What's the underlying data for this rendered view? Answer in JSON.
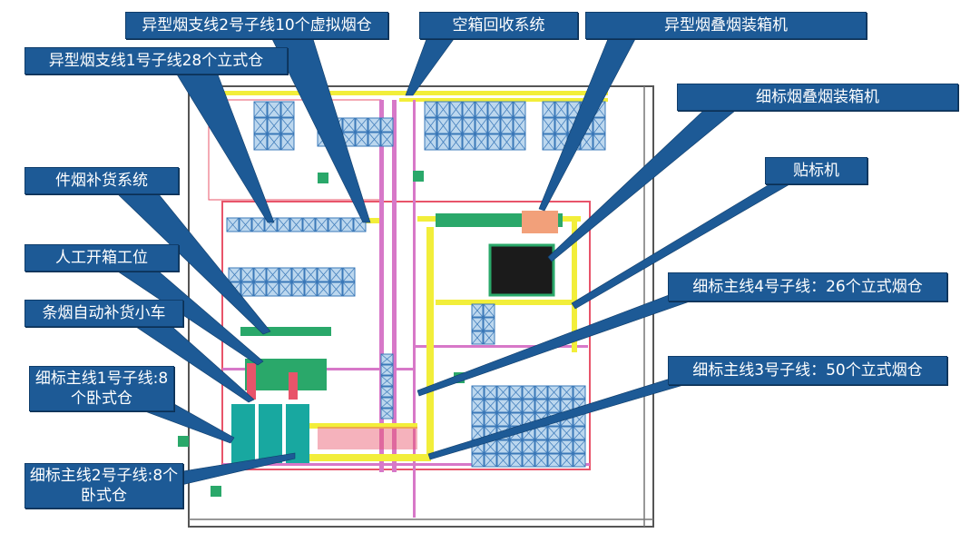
{
  "labels": {
    "c1": "异型烟支线2号子线10个虚拟烟仓",
    "c2": "空箱回收系统",
    "c3": "异型烟叠烟装箱机",
    "c4": "异型烟支线1号子线28个立式仓",
    "c5": "细标烟叠烟装箱机",
    "c6": "贴标机",
    "c7": "件烟补货系统",
    "c8": "人工开箱工位",
    "c9": "细标主线4号子线：26个立式烟仓",
    "c10": "条烟自动补货小车",
    "c11": "细标主线1号子线:8个卧式仓",
    "c12": "细标主线3号子线：50个立式烟仓",
    "c13": "细标主线2号子线:8个卧式仓"
  },
  "colors": {
    "callout_fill": "#1d5a96",
    "rack_fill": "#bcd7ee",
    "rack_line": "#3a78b8",
    "conveyor_yellow": "#f2ee3a",
    "zone_red": "#e8546a",
    "pipe_pink": "#d778c8",
    "machine_green": "#2aa86a",
    "teal": "#18a8a0"
  }
}
